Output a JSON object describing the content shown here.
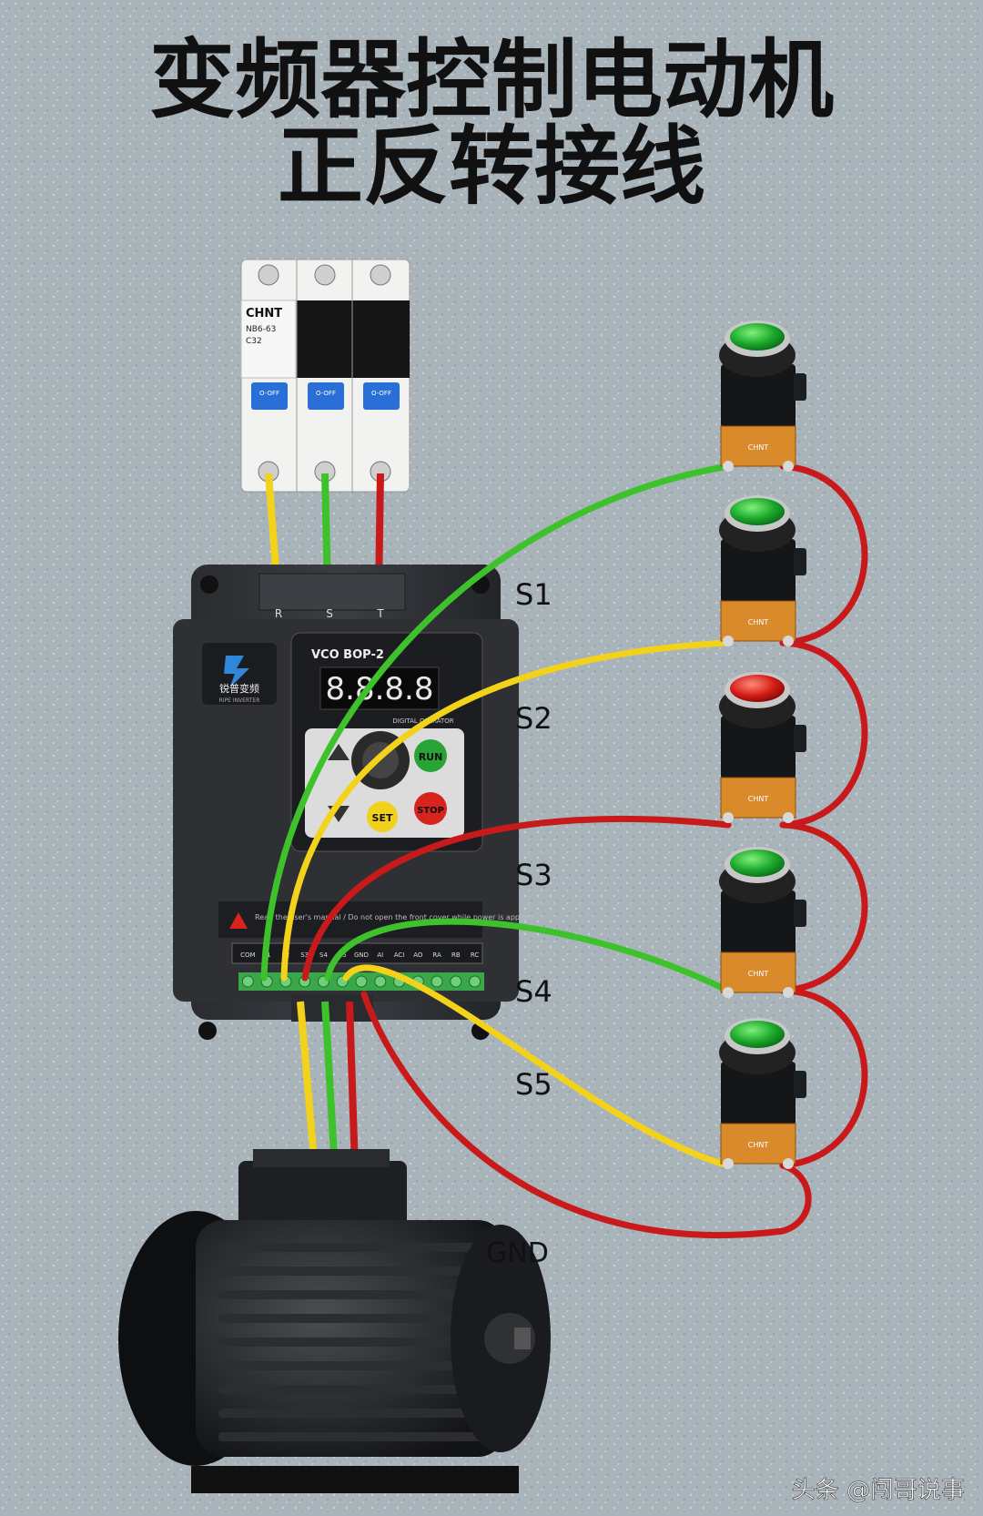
{
  "title_line1": "变频器控制电动机",
  "title_line2": "正反转接线",
  "breaker": {
    "brand": "CHNT",
    "model": "NB6-63",
    "rating": "C32",
    "switch_label": "O-OFF"
  },
  "inverter": {
    "brand_cn": "锐普变频",
    "brand_en": "RIPE INVERTER",
    "panel_model": "VCO BOP-2",
    "display": "8.8.8.8",
    "display_caption": "DIGITAL OPERATOR",
    "keys": {
      "run": "RUN",
      "set": "SET",
      "stop": "STOP"
    },
    "input_terminals": [
      "R",
      "S",
      "T"
    ],
    "warning_text": "Read the user's manual / Do not open the front cover while power is applied",
    "control_terminals": [
      "COM",
      "S1",
      "S2",
      "S3",
      "S4",
      "S5",
      "GND",
      "AI",
      "ACI",
      "AO",
      "RA",
      "RB",
      "RC"
    ]
  },
  "signal_labels": [
    "S1",
    "S2",
    "S3",
    "S4",
    "S5",
    "GND"
  ],
  "button_colors": [
    "green",
    "green",
    "red",
    "green",
    "green"
  ],
  "button_brand": "CHNT",
  "colors": {
    "yellow": "#f2d21a",
    "green": "#3ec22c",
    "red": "#c81a1a",
    "bg": "#a9b3ba"
  },
  "watermark": "头条 @闯哥说事"
}
